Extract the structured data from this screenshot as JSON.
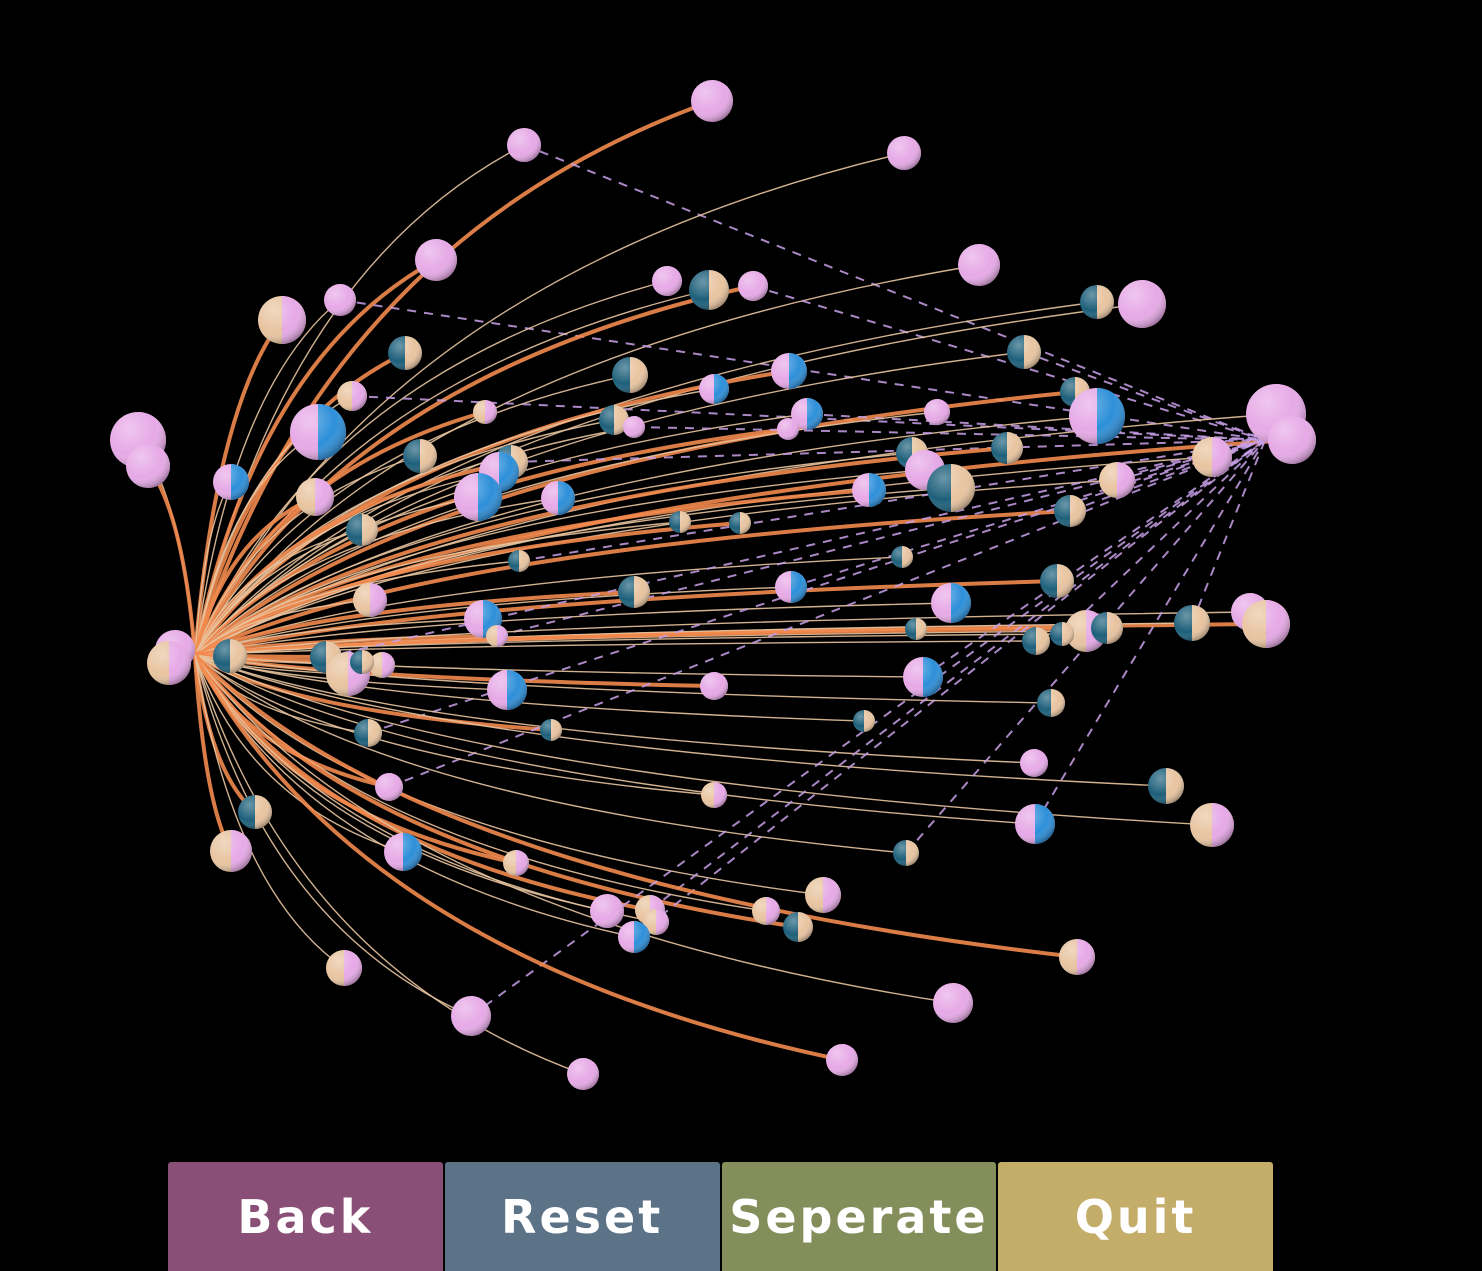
{
  "scene": {
    "background_color": "#000000",
    "colors": {
      "pink": "#e6a9e6",
      "peach": "#e8c4a0",
      "blue": "#2d8fd9",
      "teal": "#1d5f7a",
      "orange_link": "#f2894e",
      "peach_link": "#e8c4a0",
      "lilac_dashed_link": "#c8a0e8",
      "blue_dashed_link": "#2d6fd9"
    }
  },
  "buttons": [
    {
      "id": "back",
      "label": "Back",
      "color": "#8a4f76"
    },
    {
      "id": "reset",
      "label": "Reset",
      "color": "#5b7287"
    },
    {
      "id": "seperate",
      "label": "Seperate",
      "color": "#838e5a"
    },
    {
      "id": "quit",
      "label": "Quit",
      "color": "#c4ad69"
    }
  ]
}
